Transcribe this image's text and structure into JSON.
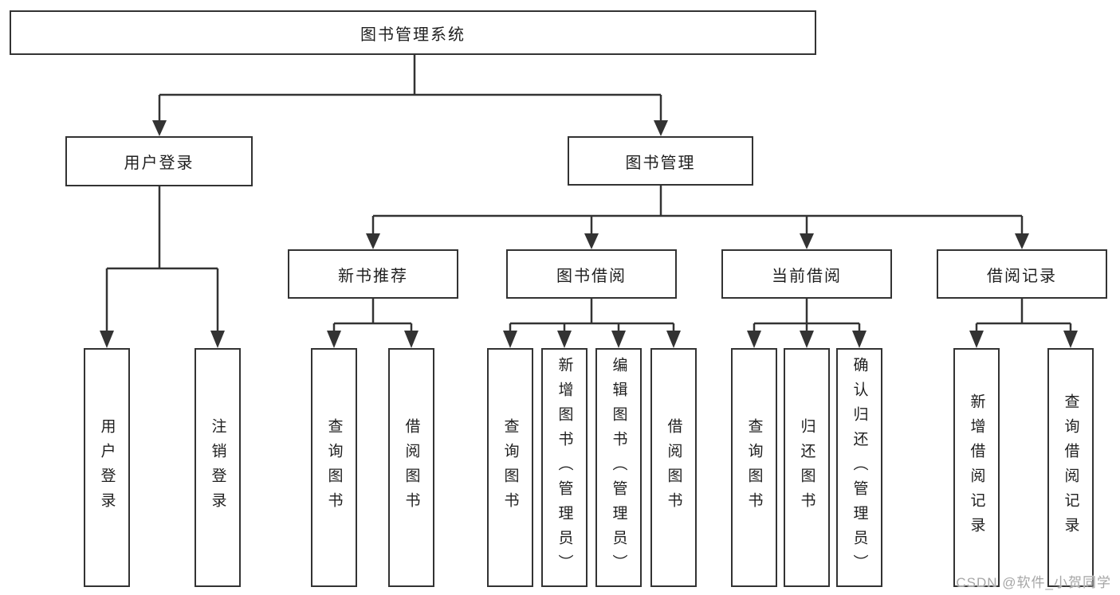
{
  "colors": {
    "line": "#333333",
    "box_border": "#333333",
    "text": "#1f1f1f",
    "background": "#ffffff",
    "watermark": "#a6a6a6"
  },
  "watermark": "CSDN @软件_小贺同学",
  "diagram": {
    "root": {
      "label": "图书管理系统"
    },
    "branches": [
      {
        "label": "用户登录",
        "children": [
          {
            "label": "用户登录"
          },
          {
            "label": "注销登录"
          }
        ]
      },
      {
        "label": "图书管理",
        "children": [
          {
            "label": "新书推荐",
            "children": [
              {
                "label": "查询图书"
              },
              {
                "label": "借阅图书"
              }
            ]
          },
          {
            "label": "图书借阅",
            "children": [
              {
                "label": "查询图书"
              },
              {
                "label": "新增图书（管理员）"
              },
              {
                "label": "编辑图书（管理员）"
              },
              {
                "label": "借阅图书"
              }
            ]
          },
          {
            "label": "当前借阅",
            "children": [
              {
                "label": "查询图书"
              },
              {
                "label": "归还图书"
              },
              {
                "label": "确认归还（管理员）"
              }
            ]
          },
          {
            "label": "借阅记录",
            "children": [
              {
                "label": "新增借阅记录"
              },
              {
                "label": "查询借阅记录"
              }
            ]
          }
        ]
      }
    ]
  }
}
